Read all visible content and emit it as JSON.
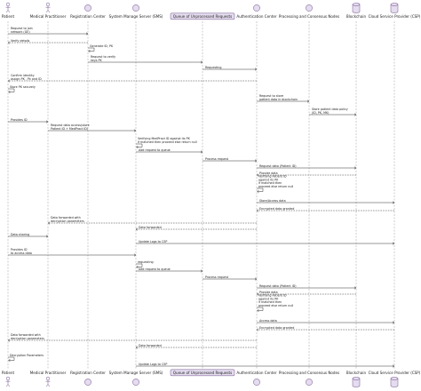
{
  "participants": [
    {
      "id": "patient",
      "kind": "actor",
      "label": "Patient"
    },
    {
      "id": "mp",
      "kind": "actor",
      "label": "Medical Practitioner"
    },
    {
      "id": "rc",
      "kind": "circle",
      "label": "Registration Center"
    },
    {
      "id": "sms",
      "kind": "circle",
      "label": "System Manage Server (SMS)"
    },
    {
      "id": "queue",
      "kind": "queue",
      "label": "Queue of Unprocessed Requests"
    },
    {
      "id": "ac",
      "kind": "circle",
      "label": "Authentication Center"
    },
    {
      "id": "pcn",
      "kind": "circle",
      "label": "Processing and Consensus Nodes"
    },
    {
      "id": "bc",
      "kind": "database",
      "label": "Blockchain"
    },
    {
      "id": "csp",
      "kind": "database",
      "label": "Cloud Service Provider (CSP)"
    }
  ],
  "messages": [
    {
      "from": "patient",
      "to": "rc",
      "lines": [
        "Request to join",
        "network (GE)"
      ]
    },
    {
      "from": "rc",
      "to": "patient",
      "lines": [
        "Verify details"
      ]
    },
    {
      "from": "rc",
      "to": "rc",
      "lines": [
        "Generate ID, PK"
      ]
    },
    {
      "from": "rc",
      "to": "queue",
      "lines": [
        "Request to verify",
        "keys PK"
      ]
    },
    {
      "from": "queue",
      "to": "ac",
      "lines": [
        "Requesting"
      ]
    },
    {
      "from": "ac",
      "to": "patient",
      "lines": [
        "Confirm identity",
        "assign PK , Pk and ID"
      ]
    },
    {
      "from": "patient",
      "to": "patient",
      "lines": [
        "Store PK securely"
      ]
    },
    {
      "from": "ac",
      "to": "pcn",
      "lines": [
        "Request to store",
        "patient data in blockchain"
      ]
    },
    {
      "from": "pcn",
      "to": "bc",
      "lines": [
        "Store patient data policy",
        "(ID, PK, MK)"
      ]
    },
    {
      "from": "patient",
      "to": "mp",
      "lines": [
        "Provides ID"
      ]
    },
    {
      "from": "mp",
      "to": "sms",
      "lines": [
        "Request data access(store",
        "Patient ID + MedPract ID)"
      ]
    },
    {
      "from": "sms",
      "to": "sms",
      "lines": [
        "Verifying MedPract ID against its PK",
        "If matched then proceed else return null"
      ]
    },
    {
      "from": "sms",
      "to": "queue",
      "lines": [
        "Add request to queue"
      ]
    },
    {
      "from": "queue",
      "to": "ac",
      "lines": [
        "Process request"
      ]
    },
    {
      "from": "ac",
      "to": "bc",
      "lines": [
        "Request data (Patient ID)"
      ]
    },
    {
      "from": "bc",
      "to": "ac",
      "lines": [
        "Provide data"
      ]
    },
    {
      "from": "ac",
      "to": "ac",
      "lines": [
        "Verifying Patient ID",
        "against its PK",
        "if matched then",
        "proceed else return null"
      ]
    },
    {
      "from": "ac",
      "to": "csp",
      "lines": [
        "Store/Access data"
      ]
    },
    {
      "from": "csp",
      "to": "ac",
      "lines": [
        "Encrypted data granted"
      ]
    },
    {
      "from": "ac",
      "to": "mp",
      "lines": [
        "Data forwarded with",
        "decryption parameters"
      ]
    },
    {
      "from": "ac",
      "to": "sms",
      "lines": [
        "Data forwarded"
      ]
    },
    {
      "from": "patient",
      "to": "mp",
      "lines": [
        "Data sharing"
      ]
    },
    {
      "from": "sms",
      "to": "csp",
      "lines": [
        "Update Logs to CSP"
      ]
    },
    {
      "from": "patient",
      "to": "sms",
      "lines": [
        "Provides ID",
        "to access data"
      ]
    },
    {
      "from": "sms",
      "to": "sms",
      "lines": [
        "requesting"
      ]
    },
    {
      "from": "sms",
      "to": "queue",
      "lines": [
        "Add request to queue"
      ]
    },
    {
      "from": "queue",
      "to": "ac",
      "lines": [
        "Process request"
      ]
    },
    {
      "from": "ac",
      "to": "bc",
      "lines": [
        "Request data (Patient ID)"
      ]
    },
    {
      "from": "bc",
      "to": "ac",
      "lines": [
        "Provide data"
      ]
    },
    {
      "from": "ac",
      "to": "ac",
      "lines": [
        "Verifying Patient ID",
        "against its PK",
        "if matched then",
        "proceed else return null"
      ]
    },
    {
      "from": "ac",
      "to": "csp",
      "lines": [
        "Access data"
      ]
    },
    {
      "from": "csp",
      "to": "ac",
      "lines": [
        "Encrypted data granted"
      ]
    },
    {
      "from": "ac",
      "to": "patient",
      "lines": [
        "Data forwarded with",
        "decryption parameters"
      ]
    },
    {
      "from": "ac",
      "to": "sms",
      "lines": [
        "Data forwarded"
      ]
    },
    {
      "from": "patient",
      "to": "patient",
      "lines": [
        "Decryption Parameters"
      ]
    },
    {
      "from": "sms",
      "to": "csp",
      "lines": [
        "Update Logs to CSP"
      ]
    }
  ]
}
